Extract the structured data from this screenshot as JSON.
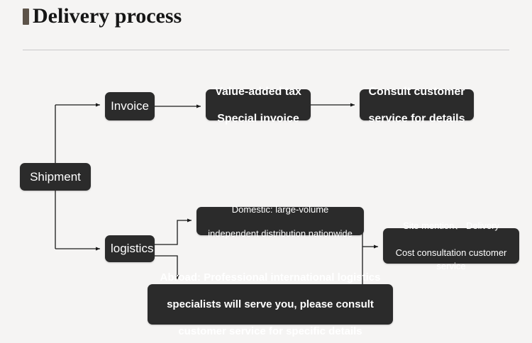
{
  "header": {
    "title": "Delivery process",
    "marker_color": "#5d5349",
    "divider_color": "#c9c9c9"
  },
  "theme": {
    "background": "#f5f4f3",
    "node_fill": "#2b2b2b",
    "node_text": "#ffffff",
    "connector_color": "#1a1a1a"
  },
  "flow": {
    "nodes": {
      "shipment": {
        "label": "Shipment"
      },
      "invoice": {
        "label": "Invoice"
      },
      "vat": {
        "line1": "Value-added tax",
        "line2": "Special invoice"
      },
      "consult": {
        "line1": "Consult customer",
        "line2": "service for details"
      },
      "logistics": {
        "label": "logistics"
      },
      "domestic": {
        "line1": "Domestic: large-volume",
        "line2": "independent distribution nationwide"
      },
      "abroad": {
        "line1": "Abroad: Professional international logistics",
        "line2": "specialists will serve you, please consult",
        "line3": "customer service for specific details"
      },
      "site": {
        "line1": "Site mention、 Delivery",
        "line2": "Cost consultation customer service"
      }
    },
    "edges": [
      {
        "from": "shipment",
        "to": "invoice"
      },
      {
        "from": "invoice",
        "to": "vat"
      },
      {
        "from": "vat",
        "to": "consult"
      },
      {
        "from": "shipment",
        "to": "logistics"
      },
      {
        "from": "logistics",
        "to": "domestic"
      },
      {
        "from": "logistics",
        "to": "abroad"
      },
      {
        "from": "domestic",
        "to": "site"
      },
      {
        "from": "abroad",
        "to": "site"
      }
    ]
  }
}
